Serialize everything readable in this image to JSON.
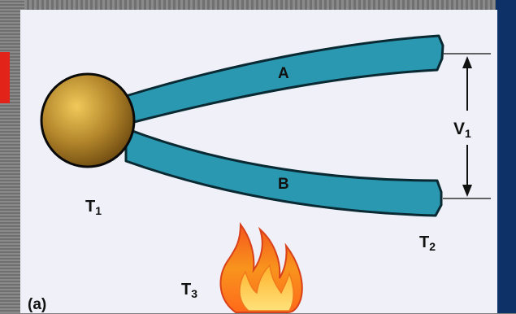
{
  "labels": {
    "wire_a": "A",
    "wire_b": "B",
    "voltage": "V",
    "voltage_sub": "1",
    "t1": "T",
    "t1_sub": "1",
    "t2": "T",
    "t2_sub": "2",
    "t3": "T",
    "t3_sub": "3",
    "figure_tag": "(a)"
  },
  "colors": {
    "wire": "#2b98b2",
    "wire_outline": "#0a2a33",
    "junction": "#b3862b",
    "panel": "#f0f0f8",
    "accent_red": "#e2231a",
    "side_panel": "#0e3167"
  },
  "icons": [
    "junction-ball",
    "flame-icon",
    "double-arrow"
  ]
}
